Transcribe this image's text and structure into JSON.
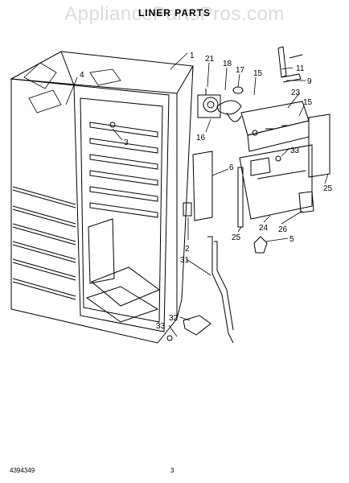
{
  "header": {
    "watermark": "AppliancePartsPros.com",
    "title": "LINER PARTS"
  },
  "footer": {
    "doc_number": "4394349",
    "page_number": "3"
  },
  "callouts": {
    "c1": "1",
    "c21": "21",
    "c18": "18",
    "c17": "17",
    "c15a": "15",
    "c11": "11",
    "c9": "9",
    "c4": "4",
    "c3": "3",
    "c23": "23",
    "c15b": "15",
    "c16": "16",
    "c33a": "33",
    "c6": "6",
    "c25a": "25",
    "c2": "2",
    "c25b": "25",
    "c24": "24",
    "c26": "26",
    "c5": "5",
    "c31": "31",
    "c32": "32",
    "c33b": "33"
  }
}
